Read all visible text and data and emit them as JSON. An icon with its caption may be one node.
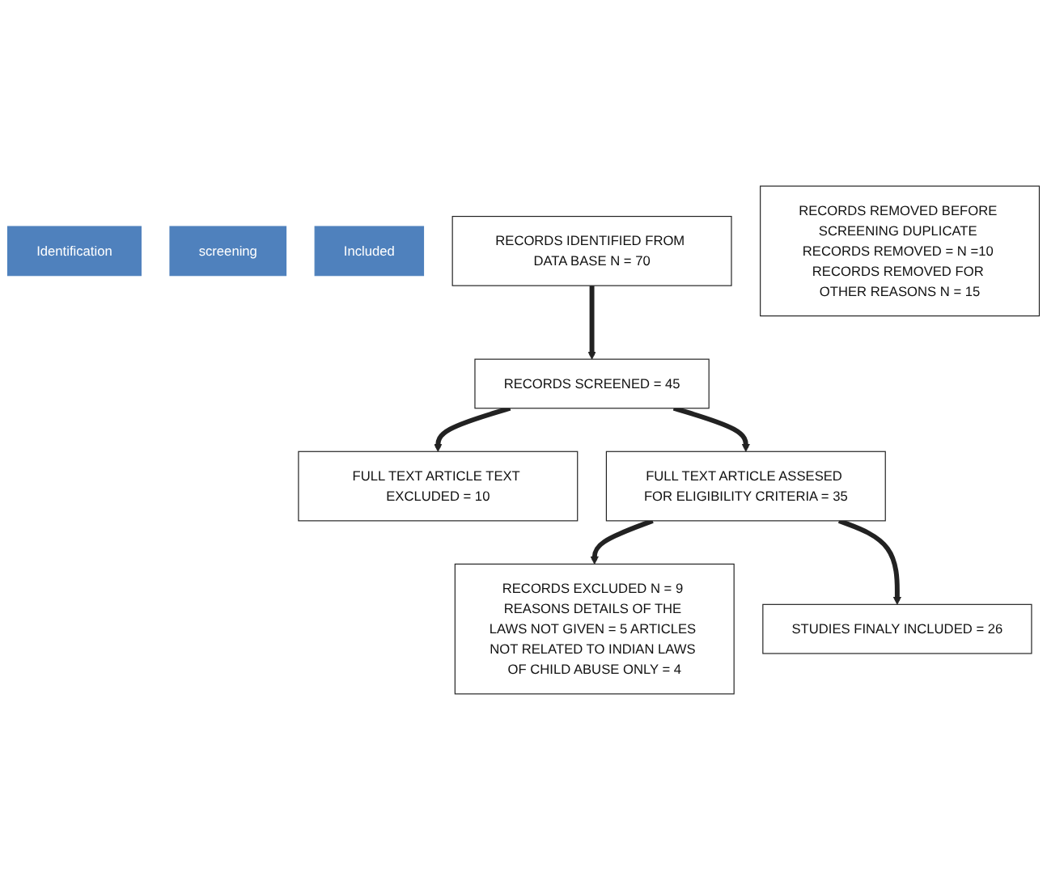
{
  "diagram": {
    "nodes": [
      {
        "text": [
          "Identification"
        ]
      },
      {
        "text": [
          "screening"
        ]
      },
      {
        "text": [
          "Included"
        ]
      },
      {
        "text": [
          "RECORDS IDENTIFIED FROM DATA BASE N = 70"
        ]
      },
      {
        "text": [
          "RECORDS REMOVED BEFORE SCREENING DUPLICATE RECORDS REMOVED = N =10 RECORDS REMOVED FOR OTHER REASONS N = 15"
        ]
      },
      {
        "text": [
          "RECORDS SCREENED = 45"
        ]
      },
      {
        "text": [
          "FULL TEXT ARTICLE TEXT EXCLUDED = 10"
        ]
      },
      {
        "text": [
          "FULL TEXT ARTICLE ASSESED FOR ELIGIBILITY CRITERIA = 35"
        ]
      },
      {
        "text": [
          "RECORDS EXCLUDED N = 9 REASONS DETAILS OF THE LAWS NOT GIVEN = 5 ARTICLES NOT RELATED TO INDIAN LAWS OF CHILD ABUSE ONLY = 4"
        ]
      },
      {
        "text": [
          "STUDIES FINALY INCLUDED = 26"
        ]
      }
    ],
    "edges": [
      {
        "from": 3,
        "to": 5,
        "arrow": "to"
      },
      {
        "from": 5,
        "to": 6,
        "arrow": "to"
      },
      {
        "from": 5,
        "to": 7,
        "arrow": "to"
      },
      {
        "from": 7,
        "to": 8,
        "arrow": "to"
      },
      {
        "from": 7,
        "to": 9,
        "arrow": "to"
      }
    ]
  }
}
